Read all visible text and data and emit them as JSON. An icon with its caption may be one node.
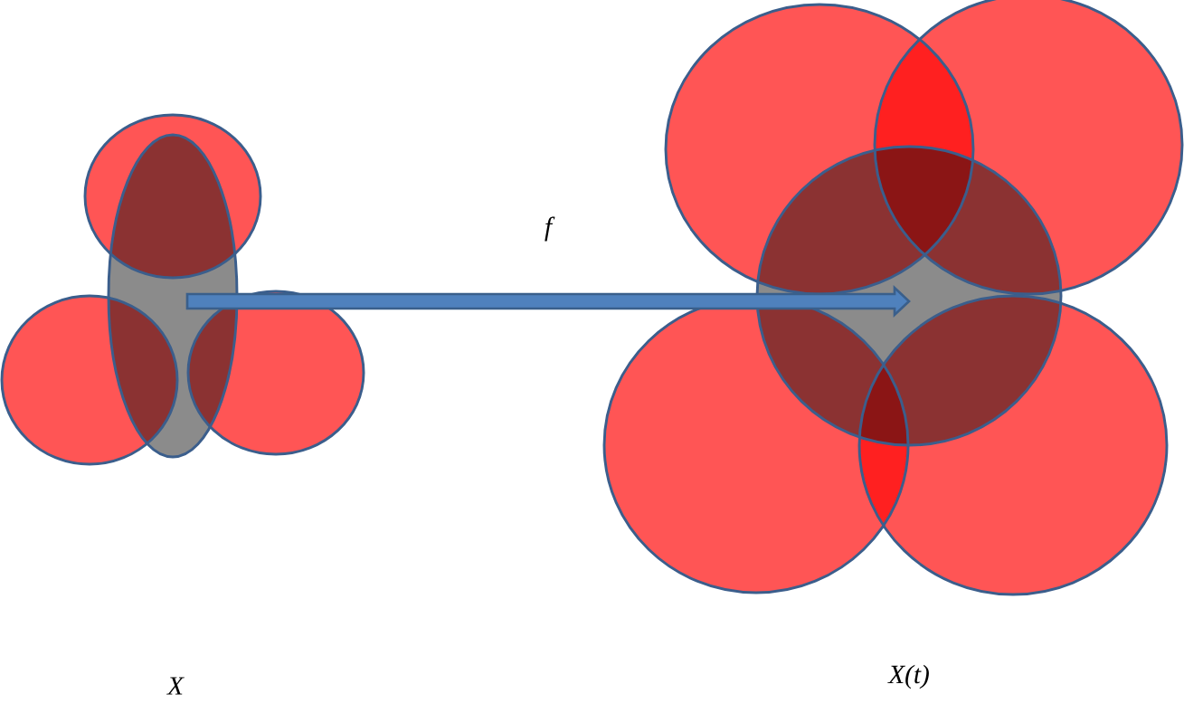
{
  "diagram": {
    "nodes": [
      {
        "text": [],
        "shape": "circle"
      },
      {
        "text": [],
        "shape": "circle"
      }
    ],
    "edges": [
      {
        "from": 0,
        "to": 1,
        "arrow": "to",
        "label": "f"
      }
    ],
    "labels": [
      "X",
      "X(t)"
    ]
  }
}
